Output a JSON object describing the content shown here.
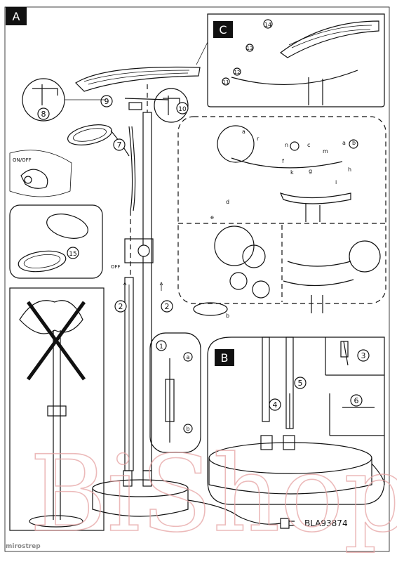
{
  "panels": {
    "a": "A",
    "b": "B",
    "c": "C"
  },
  "steps": {
    "s1": "1",
    "s2a": "2",
    "s2b": "2",
    "s3": "3",
    "s4": "4",
    "s5": "5",
    "s6": "6",
    "s7": "7",
    "s8": "8",
    "s9": "9",
    "s10": "10",
    "s11": "11",
    "s12": "12",
    "s13": "13",
    "s14": "14",
    "s15": "15"
  },
  "letters": {
    "a1": "a",
    "b1": "b",
    "a2": "a",
    "b2": "b",
    "c1": "c",
    "d1": "d",
    "e1": "e",
    "f1": "f",
    "g1": "g",
    "h1": "h",
    "i1": "i",
    "k1": "k",
    "m1": "m",
    "n1": "n",
    "r1": "r"
  },
  "labels": {
    "on_off": "ON/OFF",
    "off": "OFF",
    "model": "BLA93874"
  },
  "watermark": {
    "brand": "BiShop",
    "site": "mirostrep"
  },
  "colors": {
    "line": "#111111",
    "watermark": "#e6a4a4",
    "background": "#ffffff"
  }
}
